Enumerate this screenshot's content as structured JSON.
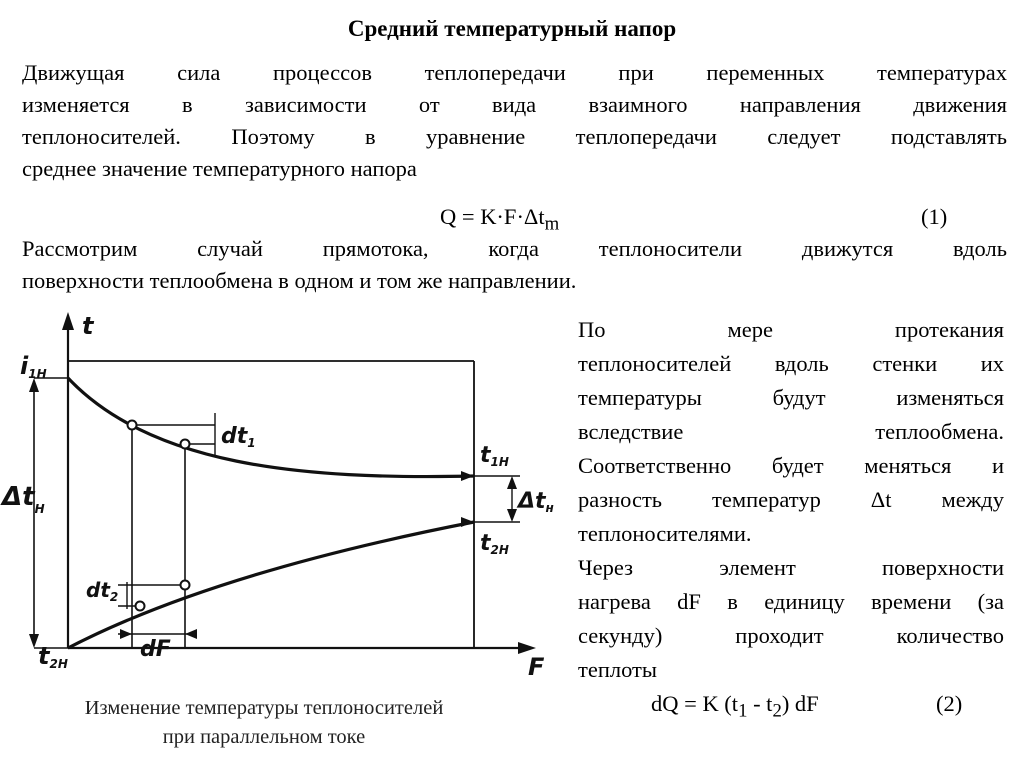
{
  "title": "Средний температурный напор",
  "intro_lines": [
    "Движущая сила процессов теплопередачи при переменных температурах",
    "изменяется в зависимости от вида взаимного направления движения",
    "теплоносителей. Поэтому в уравнение теплопередачи следует подставлять",
    "среднее значение температурного напора"
  ],
  "equation1": {
    "formula": "Q = K·F·Δt",
    "sub": "m",
    "number": "(1)"
  },
  "case_lines": [
    "Рассмотрим случай прямотока, когда теплоносители движутся вдоль",
    "поверхности теплообмена в одном и том же направлении."
  ],
  "right_lines": [
    "По мере протекания",
    "теплоносителей вдоль стенки их",
    "температуры будут изменяться",
    "вследствие теплообмена.",
    "Соответственно будет меняться и",
    "разность температур Δt между",
    "теплоносителями.",
    "Через элемент поверхности",
    "нагрева dF в единицу времени (за",
    "секунду) проходит количество",
    "теплоты"
  ],
  "equation2": {
    "pre": "dQ = K (t",
    "s1": "1",
    "mid": " - t",
    "s2": "2",
    "post": ") dF",
    "number": "(2)"
  },
  "caption": [
    "Изменение температуры теплоносителей",
    "при параллельном токе"
  ],
  "figure_labels": {
    "t_axis": "t",
    "f_axis": "F",
    "t1h_left": "i",
    "t1h_left_sub": "1Н",
    "t2h_left": "t",
    "t2h_left_sub": "2Н",
    "dth_left": "Δt",
    "dth_left_sub": "Н",
    "dt1": "dt",
    "dt1_sub": "1",
    "dt2": "dt",
    "dt2_sub": "2",
    "df": "dF",
    "t1h_right": "t",
    "t1h_right_sub": "1Н",
    "t2h_right": "t",
    "t2h_right_sub": "2Н",
    "dtk_right": "Δt",
    "dtk_right_sub": "н"
  }
}
